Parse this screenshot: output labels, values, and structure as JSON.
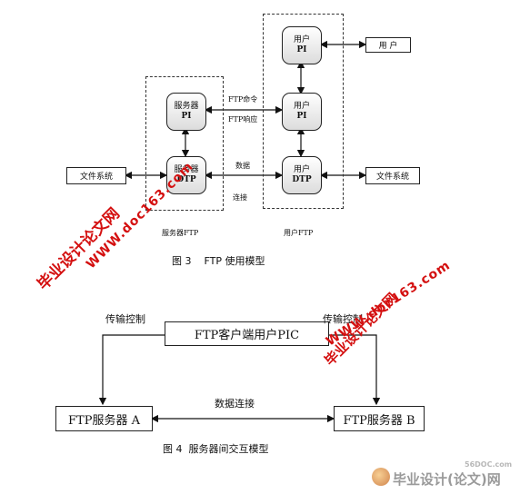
{
  "fig3": {
    "server_pi": [
      "服务器",
      "PI"
    ],
    "server_dtp": [
      "服务器",
      "DTP"
    ],
    "user_pi_top": [
      "用户",
      "PI"
    ],
    "user_pi_mid": [
      "用户",
      "PI"
    ],
    "user_dtp": [
      "用户",
      "DTP"
    ],
    "user_box": "用 户",
    "fs_left": "文件系统",
    "fs_right": "文件系统",
    "ftp_cmd": "FTP命令",
    "ftp_resp": "FTP响应",
    "data": "数据",
    "conn": "连接",
    "server_group": "服务器FTP",
    "user_group": "用户FTP",
    "caption": "图 3    FTP 使用模型"
  },
  "fig4": {
    "client": "FTP客户端用户PIC",
    "server_a": "FTP服务器 A",
    "server_b": "FTP服务器 B",
    "ctrl_left": "传输控制",
    "ctrl_right": "传输控制",
    "data_conn": "数据连接",
    "caption": "图 4  服务器间交互模型"
  },
  "watermarks": {
    "site_left": "毕业设计论文网",
    "url_left": "WWW.doc163.com",
    "url_right": "WWW.doc163.com",
    "site_right": "毕业设计论文网",
    "corner_url": "56DOC.com",
    "corner_logo": "毕业设计(论文)网"
  }
}
